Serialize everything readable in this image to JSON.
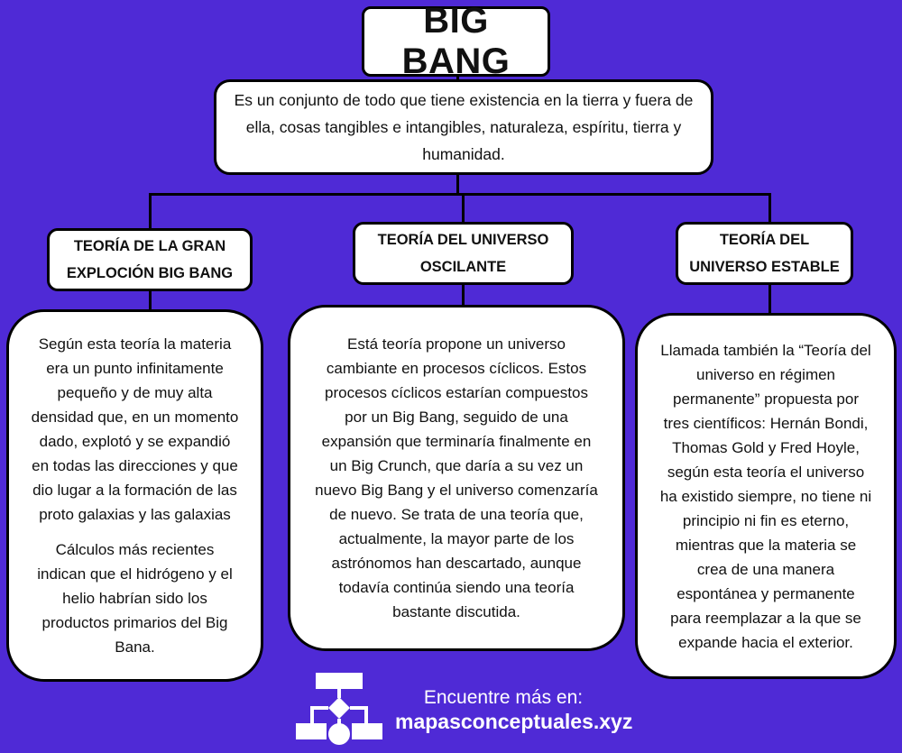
{
  "title": "BIG BANG",
  "definition": "Es un conjunto de todo que tiene existencia en la tierra y fuera de ella, cosas tangibles e intangibles, naturaleza, espíritu, tierra y humanidad.",
  "theories": [
    {
      "heading": "TEORÍA DE LA GRAN EXPLOCIÓN BIG BANG",
      "paragraphs": [
        "Según esta teoría la materia era un punto infinitamente pequeño y de muy alta densidad que, en un momento dado, explotó y se expandió en todas las direcciones y que dio lugar a la formación de las proto galaxias y las galaxias",
        "Cálculos más recientes indican que el hidrógeno y el helio habrían sido los productos primarios del Big Bana."
      ]
    },
    {
      "heading": "TEORÍA DEL UNIVERSO OSCILANTE",
      "paragraphs": [
        "Está teoría propone un universo cambiante en procesos cíclicos. Estos procesos cíclicos estarían compuestos por un Big Bang, seguido de una expansión que terminaría finalmente en un Big Crunch, que daría a su vez un nuevo Big Bang y el universo comenzaría de nuevo. Se trata de una teoría que, actualmente, la mayor parte de los astrónomos han descartado, aunque todavía continúa siendo una teoría bastante discutida."
      ]
    },
    {
      "heading": "TEORÍA DEL UNIVERSO ESTABLE",
      "paragraphs": [
        "Llamada también la “Teoría del universo en régimen permanente” propuesta por tres científicos: Hernán Bondi, Thomas Gold y Fred Hoyle, según esta teoría el universo ha existido siempre, no tiene ni principio ni fin es eterno, mientras que la materia se crea de una manera espontánea y permanente para reemplazar a la que se expande hacia el exterior."
      ]
    }
  ],
  "footer": {
    "line1": "Encuentre más en:",
    "line2": "mapasconceptuales.xyz",
    "logo_icon": "flowchart-icon"
  },
  "colors": {
    "background": "#4f2ad6",
    "box_fill": "#ffffff",
    "border": "#000000",
    "footer_text": "#ffffff"
  }
}
